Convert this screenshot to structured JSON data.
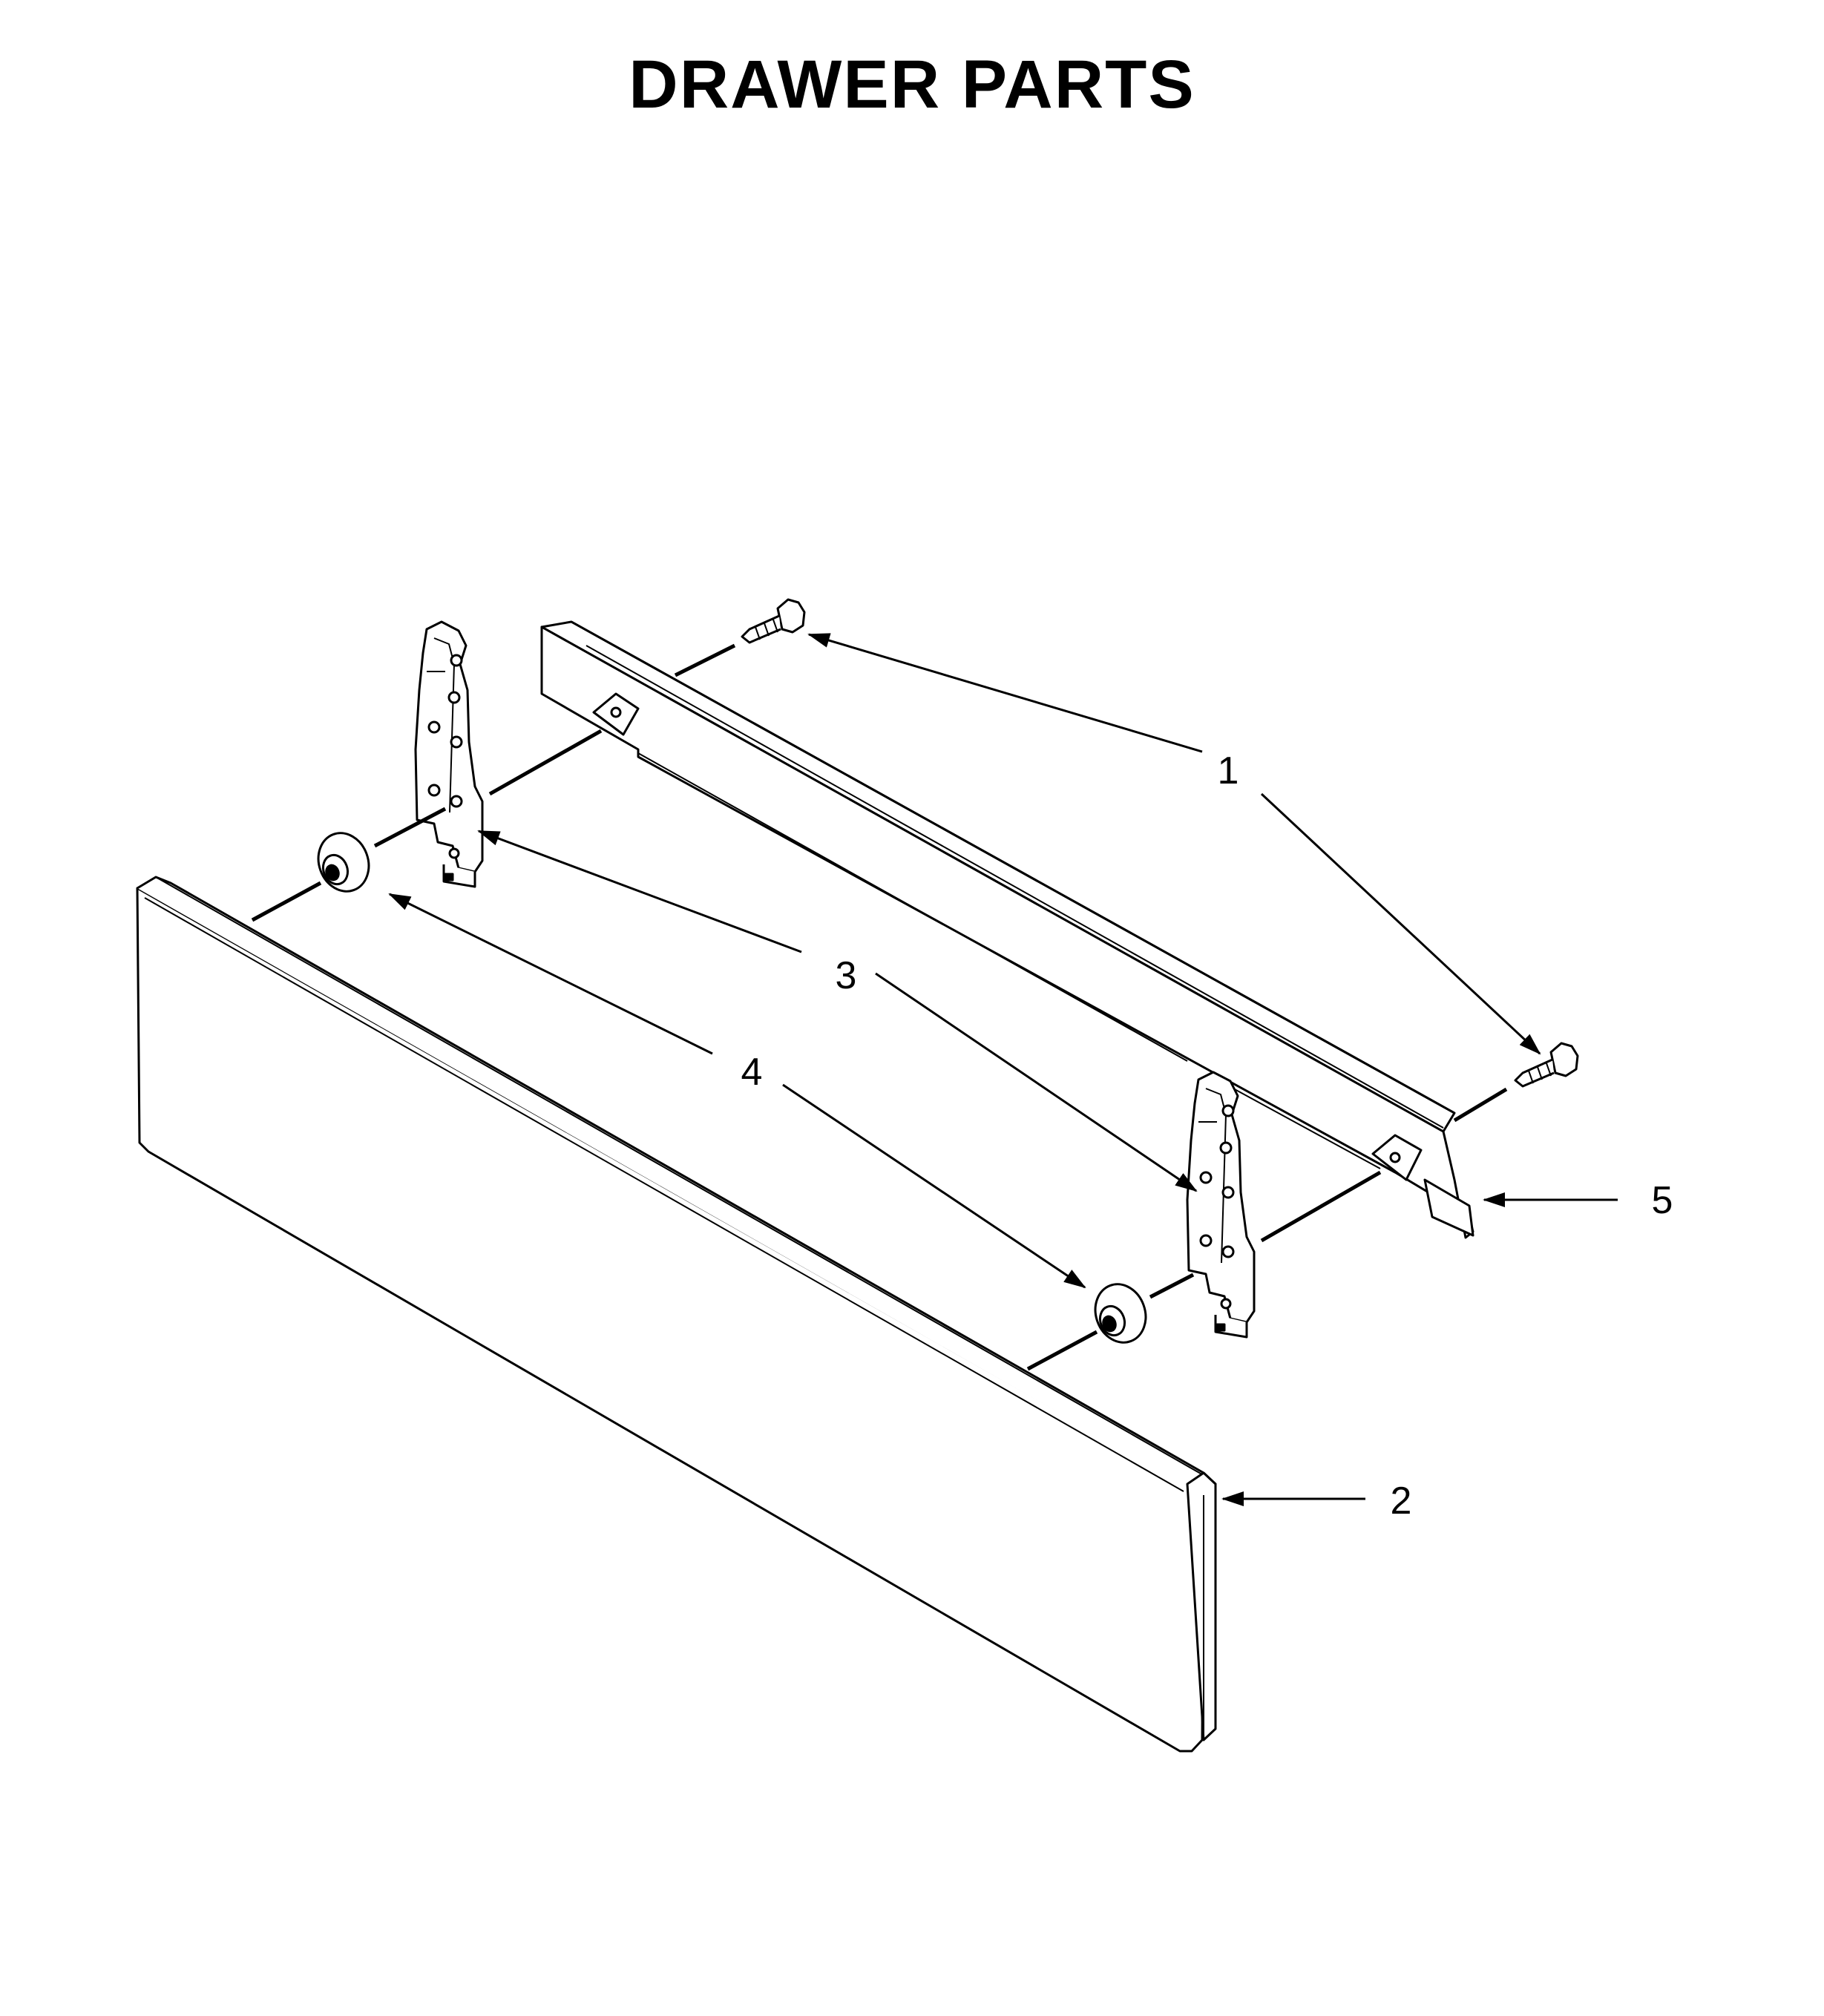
{
  "title": "DRAWER PARTS",
  "callouts": {
    "c1": "1",
    "c2": "2",
    "c3": "3",
    "c4": "4",
    "c5": "5"
  },
  "colors": {
    "line": "#000000",
    "panel_fill": "#ffffff",
    "part_shade": "#d9d9d9"
  }
}
